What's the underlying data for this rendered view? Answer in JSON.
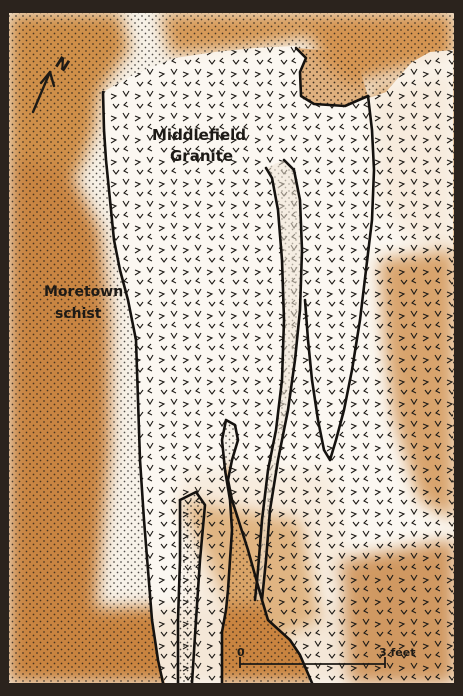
{
  "map": {
    "units": {
      "granite": "Middlefield Granite",
      "schist": "Moretown schist"
    },
    "labels": {
      "granite_line1": "Middlefield",
      "granite_line2": "Granite",
      "schist_line1": "Moretown",
      "schist_line2": "schist"
    },
    "north_arrow": "N",
    "scale_bar": {
      "start_label": "0",
      "end_label": "3 feet",
      "length_feet": 3
    },
    "colors": {
      "paper": "#f7f2e9",
      "stain": "#cf8f4a",
      "stain_dark": "#b7712f",
      "ink": "#1d1a16",
      "schist_dot": "#1a1816",
      "granite_bg": "#fbf8f2"
    }
  }
}
